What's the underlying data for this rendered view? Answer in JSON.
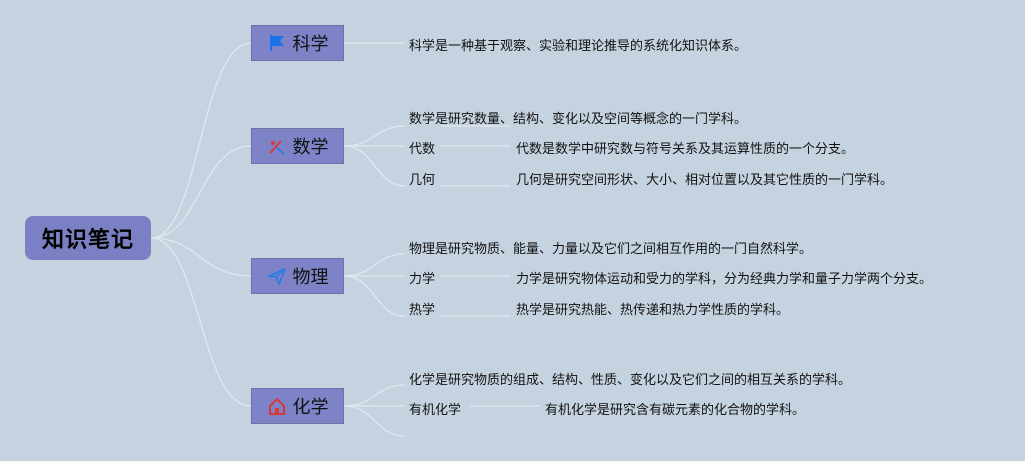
{
  "root": {
    "label": "知识笔记"
  },
  "topics": [
    {
      "label": "科学",
      "icon": "flag-icon",
      "icon_color": "#1a73e8",
      "items": [
        {
          "text": "科学是一种基于观察、实验和理论推导的系统化知识体系。"
        }
      ]
    },
    {
      "label": "数学",
      "icon": "math-tools-icon",
      "icon_color": "#d93838",
      "items": [
        {
          "text": "数学是研究数量、结构、变化以及空间等概念的一门学科。"
        },
        {
          "term": "代数",
          "definition": "代数是数学中研究数与符号关系及其运算性质的一个分支。"
        },
        {
          "term": "几何",
          "definition": "几何是研究空间形状、大小、相对位置以及其它性质的一门学科。"
        }
      ]
    },
    {
      "label": "物理",
      "icon": "paper-plane-icon",
      "icon_color": "#2a7de1",
      "items": [
        {
          "text": "物理是研究物质、能量、力量以及它们之间相互作用的一门自然科学。"
        },
        {
          "term": "力学",
          "definition": "力学是研究物体运动和受力的学科，分为经典力学和量子力学两个分支。"
        },
        {
          "term": "热学",
          "definition": "热学是研究热能、热传递和热力学性质的学科。"
        }
      ]
    },
    {
      "label": "化学",
      "icon": "house-icon",
      "icon_color": "#d93838",
      "items": [
        {
          "text": "化学是研究物质的组成、结构、性质、变化以及它们之间的相互关系的学科。"
        },
        {
          "term": "有机化学",
          "definition": "有机化学是研究含有碳元素的化合物的学科。"
        }
      ]
    }
  ]
}
